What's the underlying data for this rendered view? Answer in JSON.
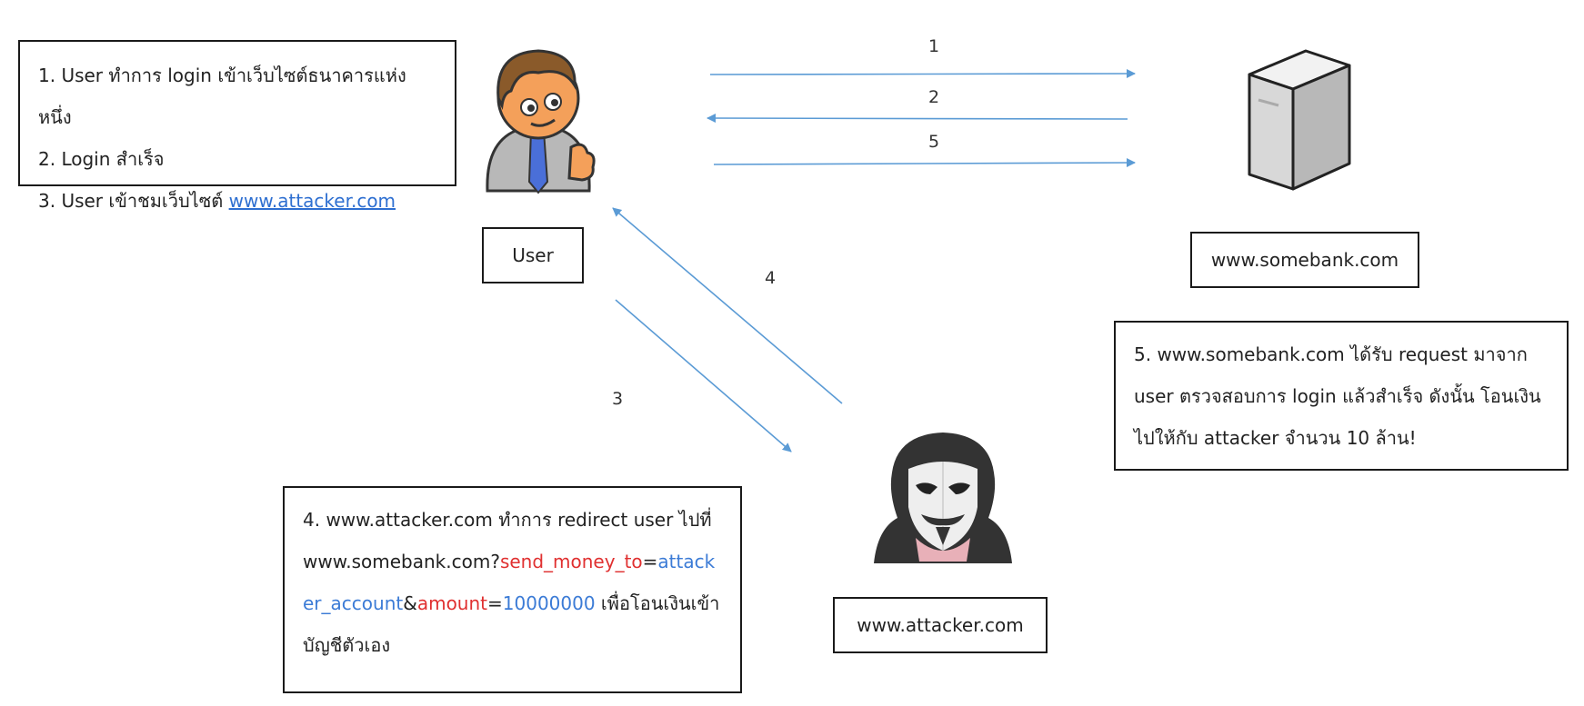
{
  "steps_box": {
    "line1": "1. User ทำการ login เข้าเว็บไซต์ธนาคารแห่งหนึ่ง",
    "line2": "2. Login สำเร็จ",
    "line3_prefix": "3. User เข้าชมเว็บไซต์ ",
    "line3_link": "www.attacker.com"
  },
  "user_label": "User",
  "bank_label": "www.somebank.com",
  "attacker_label": "www.attacker.com",
  "arrow_labels": {
    "a1": "1",
    "a2": "2",
    "a5": "5",
    "a4": "4",
    "a3": "3"
  },
  "attack_box": {
    "prefix": "4. www.attacker.com ทำการ redirect user ไปที่ www.somebank.com?",
    "p1_key": "send_money_to",
    "eq1": "=",
    "p1_val": "attacker_account",
    "amp": "&",
    "p2_key": "amount",
    "eq2": "=",
    "p2_val": "10000000",
    "suffix": " เพื่อโอนเงินเข้าบัญชีตัวเอง"
  },
  "bank_box": {
    "text": "5. www.somebank.com ได้รับ request มาจาก user ตรวจสอบการ login แล้วสำเร็จ ดังนั้น โอนเงินไปให้กับ attacker จำนวน 10 ล้าน!"
  },
  "colors": {
    "arrow": "#5b9bd5",
    "param_key": "#e03030",
    "param_value": "#3b7bd6",
    "link": "#2e6fd1"
  },
  "icons": {
    "user": "user-avatar-icon",
    "bank": "server-icon",
    "attacker": "hooded-hacker-icon"
  }
}
